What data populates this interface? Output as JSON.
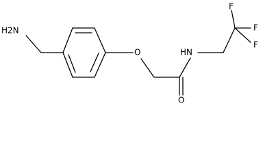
{
  "molecule": {
    "atoms": {
      "amine": "H2N",
      "ether_oxygen": "O",
      "amide_nitrogen": "HN",
      "carbonyl_oxygen": "O",
      "fluorine_1": "F",
      "fluorine_2": "F",
      "fluorine_3": "F"
    }
  }
}
